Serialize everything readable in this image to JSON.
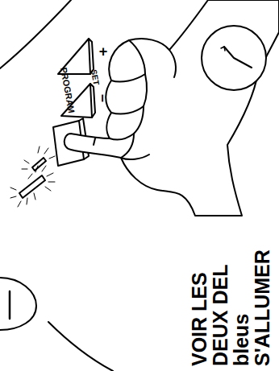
{
  "diagram": {
    "labels": [
      "+",
      "–",
      "PROGRAM",
      "SET",
      "VOIR LES DEUX DEL bleus S'ALLUMER"
    ]
  }
}
